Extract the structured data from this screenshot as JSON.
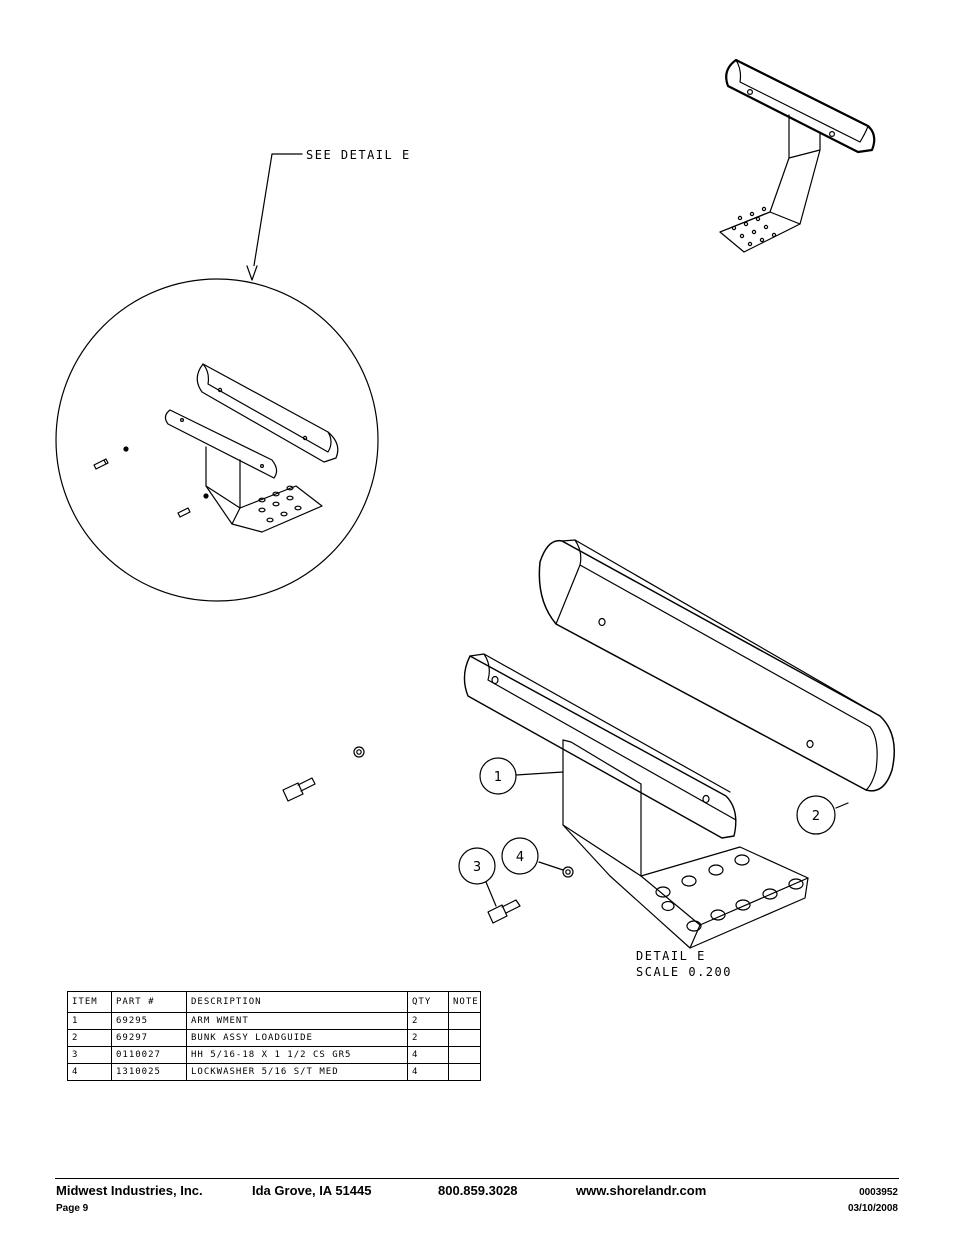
{
  "drawing": {
    "callout_see_detail": "SEE DETAIL  E",
    "detail_label": "DETAIL  E",
    "detail_scale": "SCALE  0.200",
    "balloons": [
      "1",
      "2",
      "3",
      "4"
    ]
  },
  "parts_table": {
    "headers": [
      "ITEM",
      "PART #",
      "DESCRIPTION",
      "QTY",
      "NOTE"
    ],
    "rows": [
      {
        "item": "1",
        "part": "69295",
        "description": "ARM WMENT",
        "qty": "2",
        "note": ""
      },
      {
        "item": "2",
        "part": "69297",
        "description": "BUNK ASSY   LOADGUIDE",
        "qty": "2",
        "note": ""
      },
      {
        "item": "3",
        "part": "0110027",
        "description": "HH 5/16-18 X 1 1/2 CS GR5",
        "qty": "4",
        "note": ""
      },
      {
        "item": "4",
        "part": "1310025",
        "description": "LOCKWASHER 5/16 S/T MED",
        "qty": "4",
        "note": ""
      }
    ]
  },
  "footer": {
    "company": "Midwest Industries, Inc.",
    "city": "Ida Grove, IA  51445",
    "phone": "800.859.3028",
    "website": "www.shorelandr.com",
    "doc_number": "0003952",
    "page": "Page 9",
    "date": "03/10/2008"
  }
}
